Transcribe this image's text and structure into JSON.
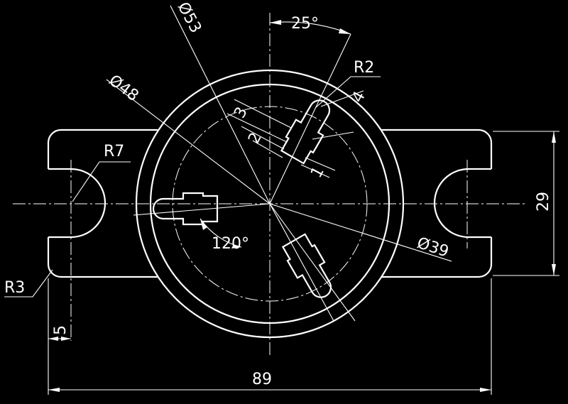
{
  "drawing": {
    "background_color": "#000000",
    "line_color": "#ffffff",
    "dimensions": {
      "overall_width": "89",
      "height": "29",
      "slot_offset": "5",
      "notch_radius": "R7",
      "corner_radius": "R3",
      "outer_diameter": "Ø53",
      "inner_diameter": "Ø48",
      "pitch_circle": "Ø39",
      "slot_end_radius": "R2",
      "angle_top": "25°",
      "angle_spacing": "120°",
      "key_dim_3": "3",
      "key_dim_2": "2",
      "key_dim_4": "4",
      "key_dim_1": "1"
    }
  }
}
